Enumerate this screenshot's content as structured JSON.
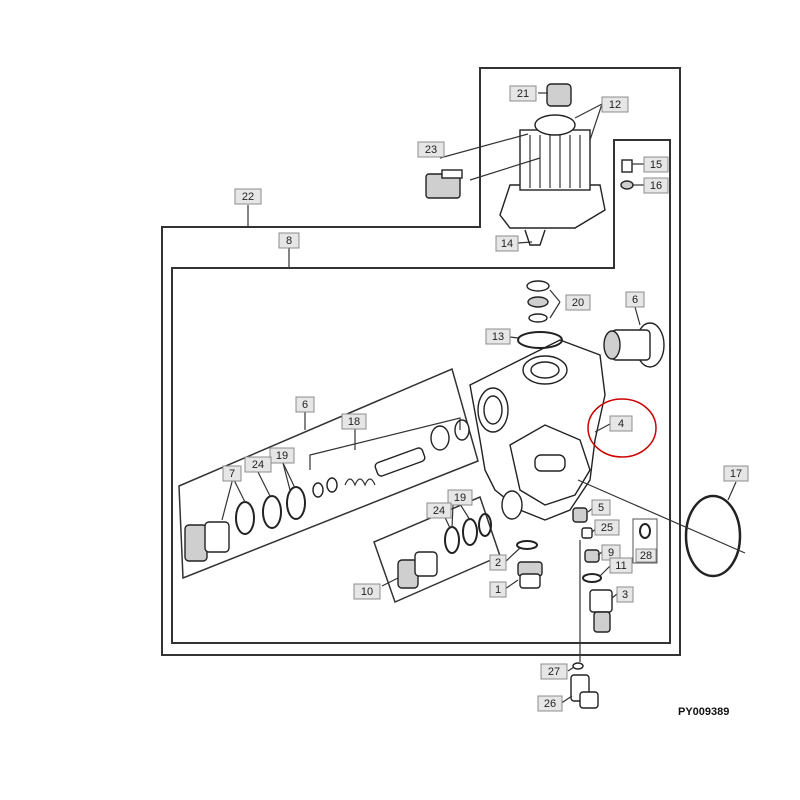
{
  "reference_code": "PY009389",
  "callouts": {
    "c1": "1",
    "c2": "2",
    "c3": "3",
    "c4": "4",
    "c5": "5",
    "c6a": "6",
    "c6b": "6",
    "c7": "7",
    "c8": "8",
    "c9": "9",
    "c10": "10",
    "c11": "11",
    "c12": "12",
    "c13": "13",
    "c14": "14",
    "c15": "15",
    "c16": "16",
    "c17": "17",
    "c18": "18",
    "c19a": "19",
    "c19b": "19",
    "c20": "20",
    "c21": "21",
    "c22": "22",
    "c23": "23",
    "c24a": "24",
    "c24b": "24",
    "c25": "25",
    "c26": "26",
    "c27": "27",
    "c28": "28"
  },
  "highlight_color": "#cc0000"
}
